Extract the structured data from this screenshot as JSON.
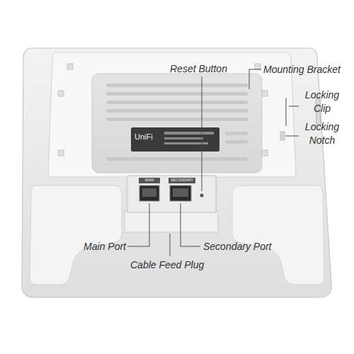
{
  "diagram": {
    "labels": [
      "Reset Button",
      "Mounting Bracket",
      "Locking Clip",
      "Locking Notch",
      "Main Port",
      "Secondary Port",
      "Cable Feed Plug",
      "UniFi",
      "MAIN",
      "SECONDARY"
    ]
  }
}
